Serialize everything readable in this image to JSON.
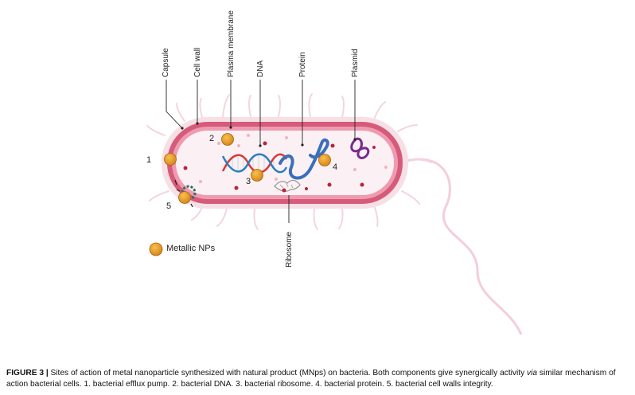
{
  "labels": {
    "capsule": "Capsule",
    "cell_wall": "Cell wall",
    "plasma_membrane": "Plasma membrane",
    "dna": "DNA",
    "protein": "Protein",
    "plasmid": "Plasmid",
    "ribosome": "Ribosome"
  },
  "site_numbers": {
    "n1": "1",
    "n2": "2",
    "n3": "3",
    "n4": "4",
    "n5": "5"
  },
  "legend": {
    "label": "Metallic NPs"
  },
  "caption": {
    "figure_label": "FIGURE 3 |",
    "text_part1": " Sites of action of metal nanoparticle synthesized with natural product (MNps) on bacteria. Both components give synergically activity ",
    "text_italic": "via",
    "text_part2": " similar mechanism of action bacterial cells. 1. bacterial efflux pump. 2. bacterial DNA. 3. bacterial ribosome. 4. bacterial protein. 5. bacterial cell walls integrity."
  },
  "colors": {
    "capsule": "#f6dfe5",
    "cell_wall": "#d65a7a",
    "membrane": "#e98aa2",
    "cytoplasm": "#fbf1f4",
    "nanoparticle": "#e0921a",
    "dna_red": "#d63a3a",
    "dna_blue": "#2a7fbf",
    "protein": "#3a6fbd",
    "plasmid": "#7a2b8c",
    "dot": "#b8233f"
  }
}
